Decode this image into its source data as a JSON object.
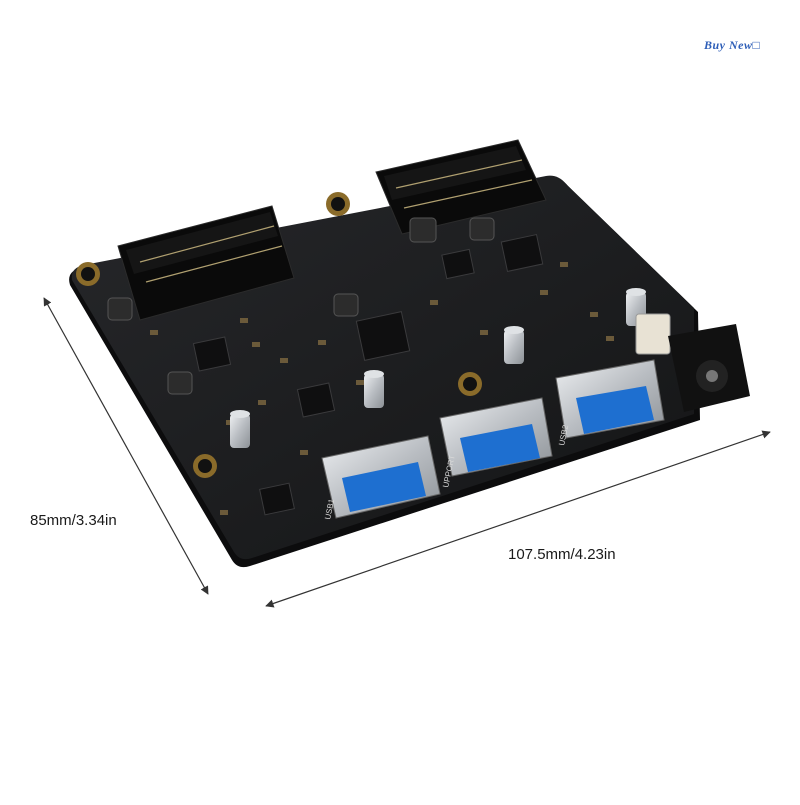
{
  "watermark": "Buy  New□",
  "dimensions": {
    "height_label": "85mm/3.34in",
    "width_label": "107.5mm/4.23in"
  },
  "board": {
    "silkscreen": {
      "usb1": "USB1",
      "upport": "UPPORT",
      "usb2": "USB2"
    }
  },
  "colors": {
    "pcb": "#1b1c1e",
    "pcb_edge": "#0d0d0e",
    "usb_tongue": "#1e6fd0",
    "metal": "#c8ccd0",
    "arrow": "#333333"
  }
}
